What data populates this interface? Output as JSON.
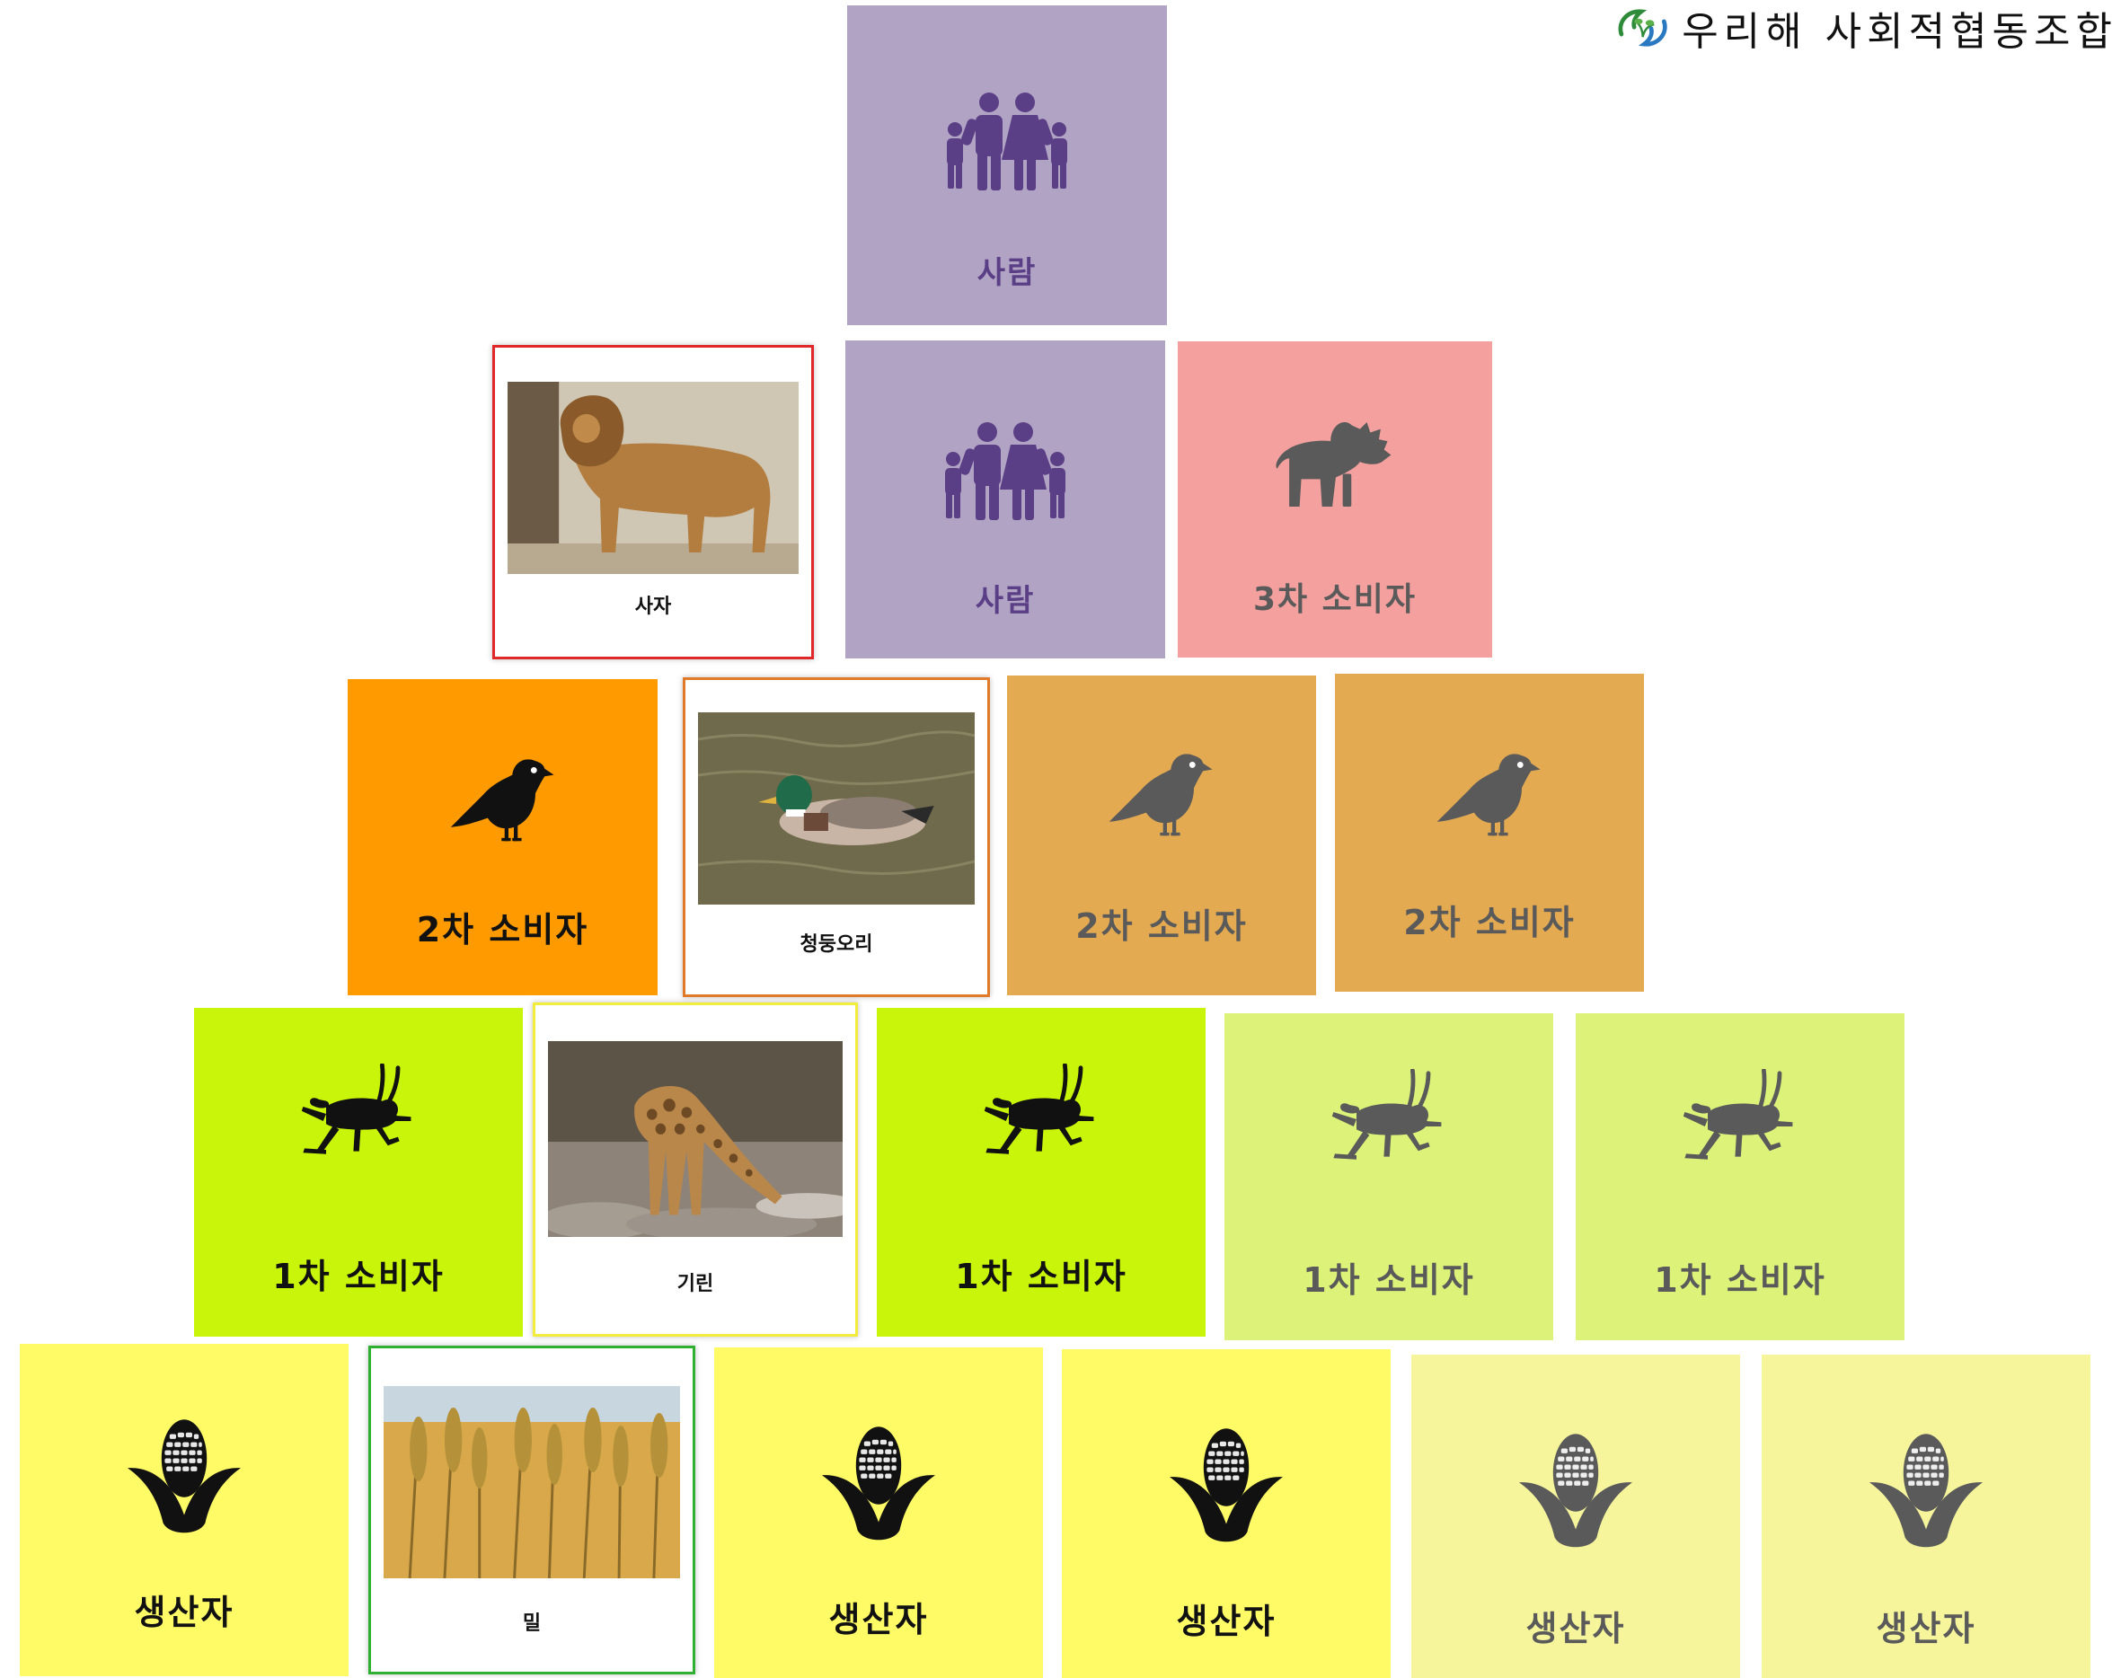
{
  "header": {
    "brand": "우리해 사회적협동조합"
  },
  "colors": {
    "human": "#b1a3c4",
    "human_icon": "#5b3f86",
    "tertiary": "#f4a09e",
    "secondary_active": "#ff9b00",
    "secondary_dim": "#e4aa52",
    "primary_active": "#c8f50a",
    "primary_dim": "#dcf278",
    "producer_active": "#fffb66",
    "producer_dim": "#f6f59c"
  },
  "pyramid": {
    "row1": {
      "human": {
        "label": "사람",
        "icon": "family-icon"
      }
    },
    "row2": {
      "lion_photo": {
        "label": "사자",
        "icon": "lion-photo"
      },
      "human": {
        "label": "사람",
        "icon": "family-icon"
      },
      "tertiary": {
        "label": "3차 소비자",
        "icon": "lion-icon"
      }
    },
    "row3": {
      "secondary_active": {
        "label": "2차 소비자",
        "icon": "bird-icon"
      },
      "duck_photo": {
        "label": "청둥오리",
        "icon": "duck-photo"
      },
      "secondary_dim_1": {
        "label": "2차 소비자",
        "icon": "bird-icon"
      },
      "secondary_dim_2": {
        "label": "2차 소비자",
        "icon": "bird-icon"
      }
    },
    "row4": {
      "primary_active_1": {
        "label": "1차 소비자",
        "icon": "grasshopper-icon"
      },
      "giraffe_photo": {
        "label": "기린",
        "icon": "giraffe-photo"
      },
      "primary_active_2": {
        "label": "1차 소비자",
        "icon": "grasshopper-icon"
      },
      "primary_dim_1": {
        "label": "1차 소비자",
        "icon": "grasshopper-icon"
      },
      "primary_dim_2": {
        "label": "1차 소비자",
        "icon": "grasshopper-icon"
      }
    },
    "row5": {
      "producer_active_1": {
        "label": "생산자",
        "icon": "corn-icon"
      },
      "wheat_photo": {
        "label": "밀",
        "icon": "wheat-photo"
      },
      "producer_active_2": {
        "label": "생산자",
        "icon": "corn-icon"
      },
      "producer_active_3": {
        "label": "생산자",
        "icon": "corn-icon"
      },
      "producer_dim_1": {
        "label": "생산자",
        "icon": "corn-icon"
      },
      "producer_dim_2": {
        "label": "생산자",
        "icon": "corn-icon"
      }
    }
  }
}
